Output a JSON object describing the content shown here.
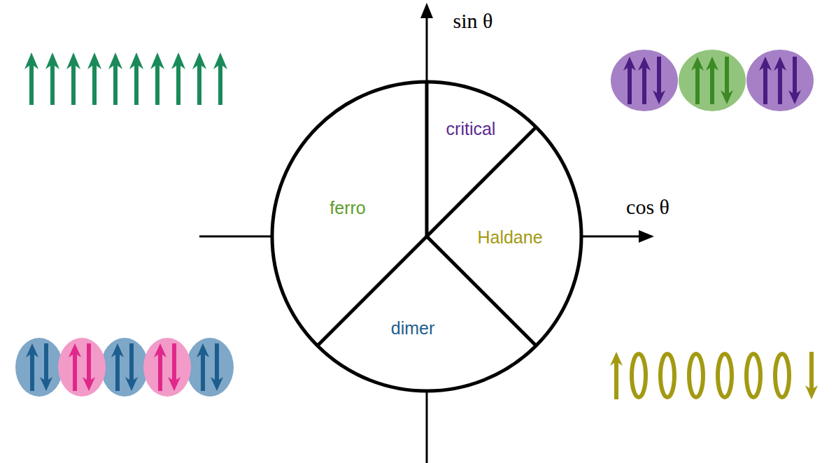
{
  "diagram": {
    "labels": [
      "sin θ",
      "cos θ",
      "critical",
      "ferro",
      "Haldane",
      "dimer"
    ]
  }
}
